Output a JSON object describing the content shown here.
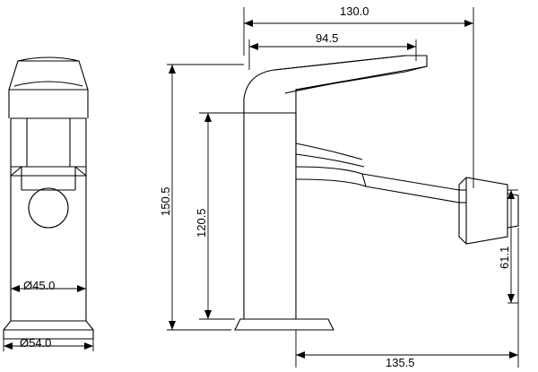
{
  "drawing": {
    "title": "bidet mixer tap technical drawing",
    "views": [
      {
        "name": "front-view",
        "description": "front elevation of single-lever bidet mixer"
      },
      {
        "name": "side-view",
        "description": "side elevation of single-lever bidet mixer with swivel spout"
      }
    ],
    "line_color": "#000000",
    "background": "#ffffff"
  },
  "dimensions": {
    "overall_width": "130.0",
    "spout_width": "94.5",
    "overall_height": "150.5",
    "body_height": "120.5",
    "spout_height": "61.1",
    "base_depth": "135.5",
    "body_diameter": "Ø45.0",
    "base_diameter": "Ø54.0"
  }
}
